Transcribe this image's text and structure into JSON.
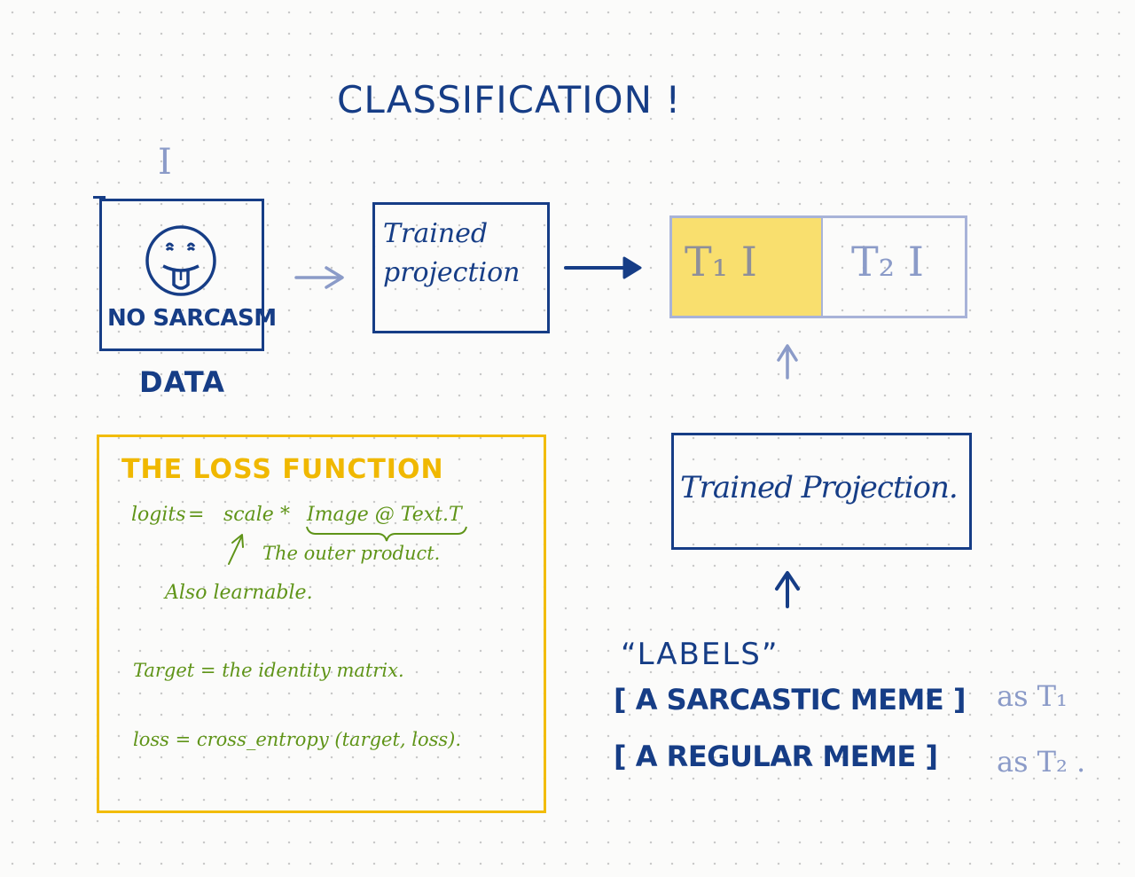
{
  "title": "CLASSIFICATION !",
  "image_symbol": "I",
  "input": {
    "icon": "tongue-out-face-icon",
    "caption_inside": "NO SARCASM",
    "caption_below": "DATA"
  },
  "image_projection": {
    "line1": "Trained",
    "line2": "projection"
  },
  "similarity_row": {
    "cells": [
      "T₁ I",
      "T₂ I"
    ],
    "highlight_color": "#f9df6e"
  },
  "text_projection": {
    "label": "Trained Projection."
  },
  "loss_box": {
    "title": "THE LOSS FUNCTION",
    "logits_lhs": "logits",
    "equals": "=",
    "scale": "scale",
    "times": "*",
    "matmul": "Image @ Text.T",
    "outer_note": "The outer product.",
    "learnable_note": "Also learnable.",
    "target_line": "Target = the identity matrix.",
    "loss_line": "loss = cross_entropy (target, loss)."
  },
  "labels": {
    "heading": "“LABELS”",
    "rows": [
      {
        "text": "[ A SARCASTIC MEME ]",
        "alias": "as T₁"
      },
      {
        "text": "[ A REGULAR MEME ]",
        "alias": "as T₂ ."
      }
    ]
  },
  "colors": {
    "navy": "#163d86",
    "pale_blue": "#8b9bc8",
    "gold": "#f0b800",
    "green": "#5f9418"
  }
}
